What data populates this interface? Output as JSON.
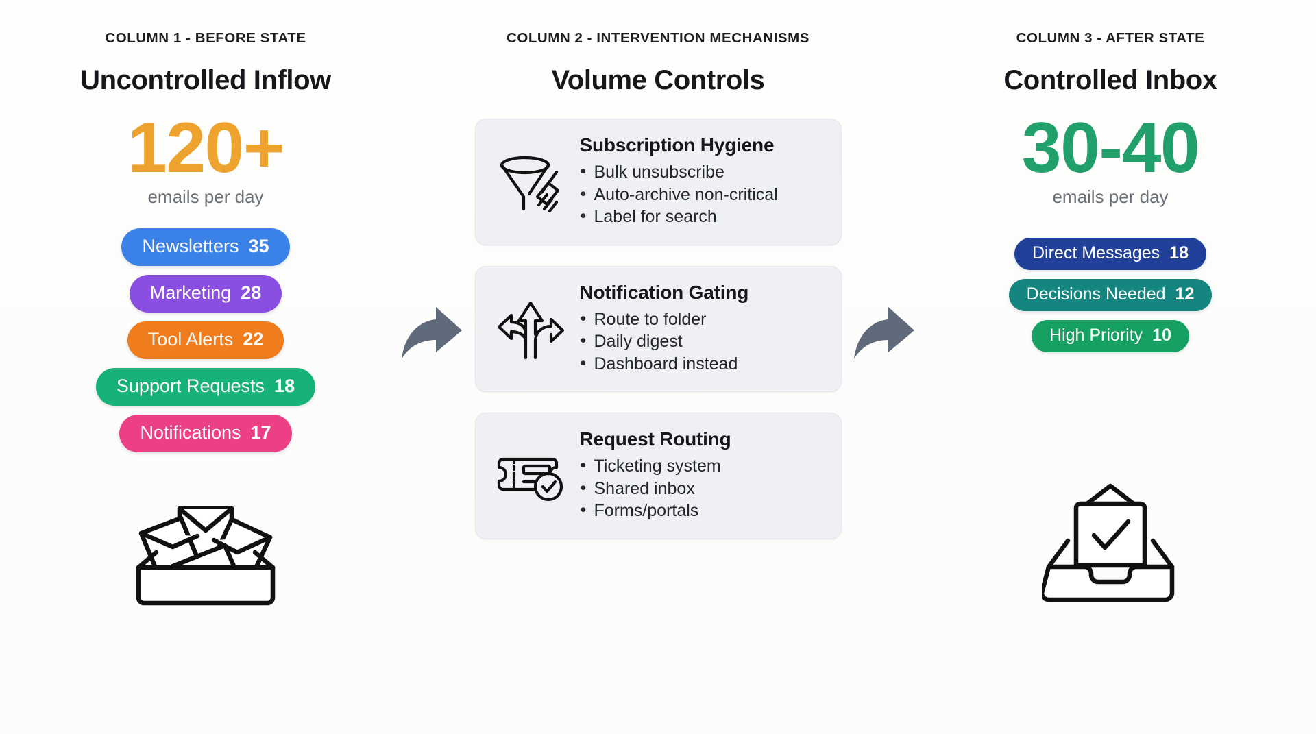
{
  "columns": [
    {
      "kicker": "COLUMN 1 - BEFORE STATE",
      "title": "Uncontrolled Inflow",
      "metric": "120+",
      "metric_color": "#eda32e",
      "metric_sub": "emails per day",
      "icon": "overflowing-inbox-icon",
      "pills": [
        {
          "label": "Newsletters",
          "value": "35",
          "color": "#3b82e8"
        },
        {
          "label": "Marketing",
          "value": "28",
          "color": "#8a4fe0"
        },
        {
          "label": "Tool Alerts",
          "value": "22",
          "color": "#ef7d1e"
        },
        {
          "label": "Support Requests",
          "value": "18",
          "color": "#17b277"
        },
        {
          "label": "Notifications",
          "value": "17",
          "color": "#ec3f86"
        }
      ]
    },
    {
      "kicker": "COLUMN 3 - AFTER STATE",
      "title": "Controlled Inbox",
      "metric": "30-40",
      "metric_color": "#22a06b",
      "metric_sub": "emails per day",
      "icon": "tidy-inbox-check-icon",
      "pills": [
        {
          "label": "Direct Messages",
          "value": "18",
          "color": "#21409a"
        },
        {
          "label": "Decisions Needed",
          "value": "12",
          "color": "#15867f"
        },
        {
          "label": "High Priority",
          "value": "10",
          "color": "#16a163"
        }
      ]
    }
  ],
  "middle": {
    "kicker": "COLUMN 2 - INTERVENTION MECHANISMS",
    "title": "Volume Controls",
    "cards": [
      {
        "title": "Subscription Hygiene",
        "icon": "funnel-broom-icon",
        "bullets": [
          "Bulk unsubscribe",
          "Auto-archive non-critical",
          "Label for search"
        ]
      },
      {
        "title": "Notification Gating",
        "icon": "three-way-arrow-icon",
        "bullets": [
          "Route to folder",
          "Daily digest",
          "Dashboard instead"
        ]
      },
      {
        "title": "Request Routing",
        "icon": "ticket-check-icon",
        "bullets": [
          "Ticketing system",
          "Shared inbox",
          "Forms/portals"
        ]
      }
    ]
  },
  "arrows": {
    "color": "#5f6b7a",
    "left_name": "flow-arrow-before-to-controls",
    "right_name": "flow-arrow-controls-to-after"
  }
}
